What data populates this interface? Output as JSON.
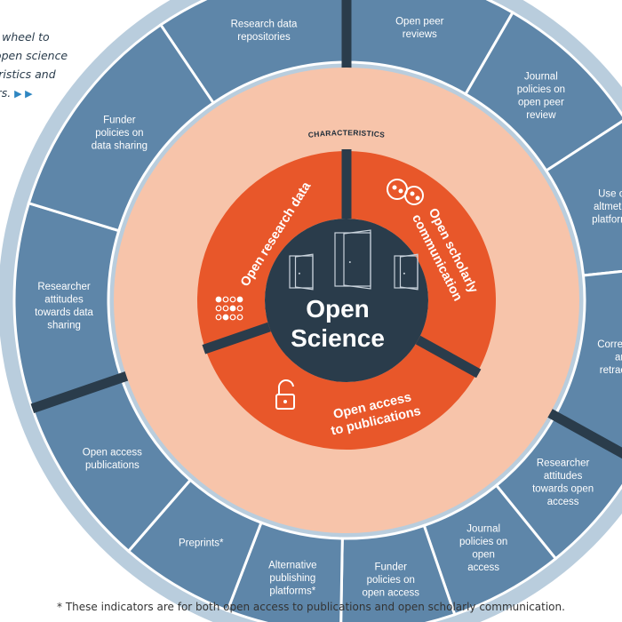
{
  "instructions": {
    "line1": "e the wheel to",
    "line2": "lore open science",
    "line3": "racteristics and",
    "line4": "icators.",
    "arrow_icon": "double-triangle-arrow-icon"
  },
  "wheel": {
    "indicators_title": "INDICATORS",
    "characteristics_title": "CHARACTERISTICS",
    "center": {
      "line1": "Open",
      "line2": "Science"
    },
    "characteristics": [
      {
        "id": "data",
        "label": "Open research data",
        "icon": "data-grid-icon"
      },
      {
        "id": "scholarly",
        "line1": "Open scholarly",
        "line2": "communication",
        "icon": "speech-bubbles-icon"
      },
      {
        "id": "access",
        "line1": "Open access",
        "line2": "to publications",
        "icon": "open-padlock-icon"
      }
    ],
    "indicators": [
      {
        "id": "research-data-repositories",
        "lines": [
          "Research data",
          "repositories"
        ]
      },
      {
        "id": "open-peer-reviews",
        "lines": [
          "Open peer",
          "reviews"
        ]
      },
      {
        "id": "journal-policies-peer-review",
        "lines": [
          "Journal",
          "policies on",
          "open peer",
          "review"
        ]
      },
      {
        "id": "altmetric-platforms",
        "lines": [
          "Use of",
          "altmetric",
          "platforms"
        ]
      },
      {
        "id": "corrections-retractions",
        "lines": [
          "Corrections",
          "and",
          "retractions"
        ]
      },
      {
        "id": "researcher-attitudes-open-access",
        "lines": [
          "Researcher",
          "attitudes",
          "towards open",
          "access"
        ]
      },
      {
        "id": "journal-policies-open-access",
        "lines": [
          "Journal",
          "policies on",
          "open",
          "access"
        ]
      },
      {
        "id": "funder-policies-open-access",
        "lines": [
          "Funder",
          "policies on",
          "open access"
        ]
      },
      {
        "id": "alternative-publishing-platforms",
        "lines": [
          "Alternative",
          "publishing",
          "platforms*"
        ]
      },
      {
        "id": "preprints",
        "lines": [
          "Preprints*"
        ]
      },
      {
        "id": "open-access-publications",
        "lines": [
          "Open access",
          "publications"
        ]
      },
      {
        "id": "researcher-attitudes-data-sharing",
        "lines": [
          "Researcher",
          "attitudes",
          "towards data",
          "sharing"
        ]
      },
      {
        "id": "funder-policies-data-sharing",
        "lines": [
          "Funder",
          "policies on",
          "data sharing"
        ]
      }
    ],
    "colors": {
      "ring_light": "#b9cddd",
      "indicator_blue": "#5e86a9",
      "dark": "#2a3c4b",
      "orange": "#e8572a",
      "peach": "#f7c4aa",
      "white": "#ffffff"
    }
  },
  "footnote": "* These indicators are for both open access to publications and open scholarly communication."
}
